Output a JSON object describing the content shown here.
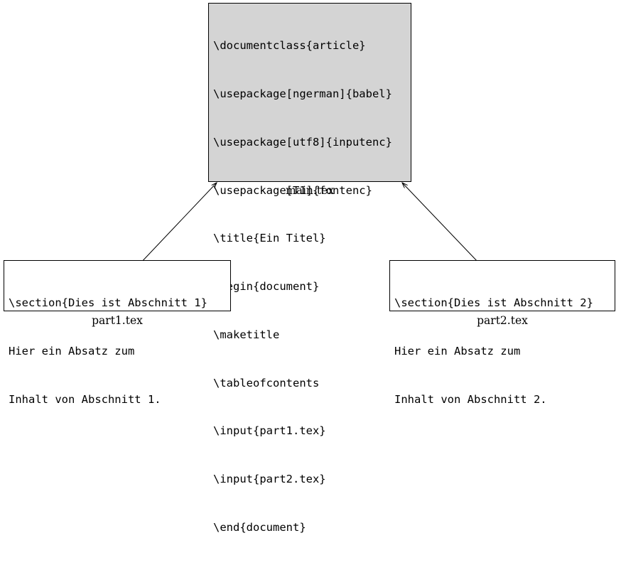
{
  "diagram": {
    "title": "LaTeX multi-file document structure",
    "background_color": "#ffffff",
    "line_color": "#000000",
    "shaded_fill": "#d4d4d4"
  },
  "nodes": {
    "main": {
      "caption": "main.tex",
      "fill": "#d4d4d4",
      "lines": [
        "\\documentclass{article}",
        "\\usepackage[ngerman]{babel}",
        "\\usepackage[utf8]{inputenc}",
        "\\usepackage[T1]{fontenc}",
        "\\title{Ein Titel}",
        "\\begin{document}",
        "\\maketitle",
        "\\tableofcontents",
        "\\input{part1.tex}",
        "\\input{part2.tex}",
        "\\end{document}"
      ]
    },
    "part1": {
      "caption": "part1.tex",
      "fill": "#ffffff",
      "lines": [
        "\\section{Dies ist Abschnitt 1}",
        "Hier ein Absatz zum",
        "Inhalt von Abschnitt 1."
      ]
    },
    "part2": {
      "caption": "part2.tex",
      "fill": "#ffffff",
      "lines": [
        "\\section{Dies ist Abschnitt 2}",
        "Hier ein Absatz zum",
        "Inhalt von Abschnitt 2."
      ]
    }
  },
  "edges": [
    {
      "name": "part1-to-main",
      "from": "part1",
      "to": "main",
      "arrowhead": "to"
    },
    {
      "name": "part2-to-main",
      "from": "part2",
      "to": "main",
      "arrowhead": "to"
    }
  ]
}
